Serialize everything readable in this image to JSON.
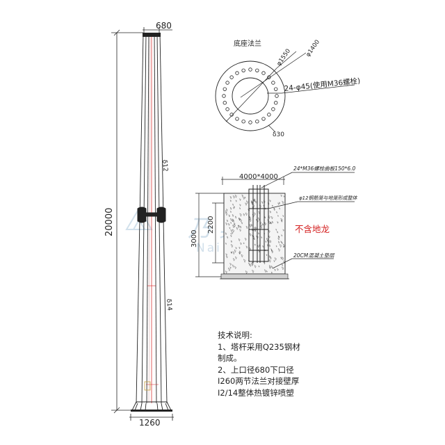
{
  "pole": {
    "top_diameter": "680",
    "bottom_diameter": "1260",
    "height": "20000",
    "upper_thickness": "δ12",
    "lower_thickness": "δ14"
  },
  "flange": {
    "title": "底座法兰",
    "outer_diameter": "φ1550",
    "bolt_circle": "φ1400",
    "holes": "24-φ45(使用M36螺栓)",
    "plate_thickness": "δ30"
  },
  "foundation": {
    "width": "4000*4000",
    "bolt_label": "24*M36螺栓曲板150*6.0",
    "rebar_label": "φ12钢筋笼与地笼形成整体",
    "note_red": "不含地龙",
    "depth_total": "3000",
    "depth_cage": "2200",
    "bedding": "20CM混凝土垫层"
  },
  "notes": {
    "heading": "技术说明:",
    "line1": "1、塔杆采用Q235钢材",
    "line2": "制成。",
    "line3": "2、上口径680下口径",
    "line4": "I260两节法兰对接壁厚",
    "line5": "I2/14整体热镀锌喷塑"
  },
  "watermark": {
    "line1": "乃 典",
    "line2": "Nai Dian"
  },
  "colors": {
    "line": "#222222",
    "red": "#d42020",
    "watermark": "#7fa8c8"
  }
}
